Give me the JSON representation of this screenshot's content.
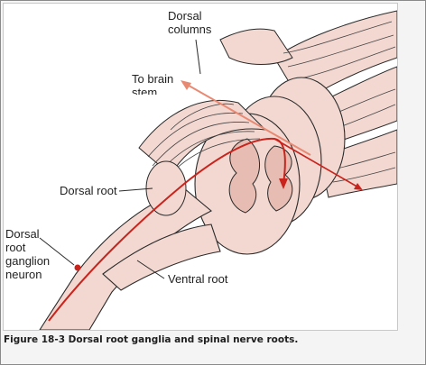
{
  "figure": {
    "labels": {
      "dorsal_columns_line1": "Dorsal",
      "dorsal_columns_line2": "columns",
      "to_brain_stem_line1": "To brain",
      "to_brain_stem_line2": "stem",
      "dorsal_root": "Dorsal root",
      "drg_neuron_line1": "Dorsal",
      "drg_neuron_line2": "root",
      "drg_neuron_line3": "ganglion",
      "drg_neuron_line4": "neuron",
      "ventral_root": "Ventral root"
    },
    "colors": {
      "tissue": "#f3d8d1",
      "tissue_dark": "#e7bdb3",
      "outline": "#2a2a2a",
      "pathway": "#c8231c",
      "arrow_light": "#e88a73"
    }
  },
  "caption": "Figure 18-3 Dorsal root ganglia and spinal nerve roots."
}
